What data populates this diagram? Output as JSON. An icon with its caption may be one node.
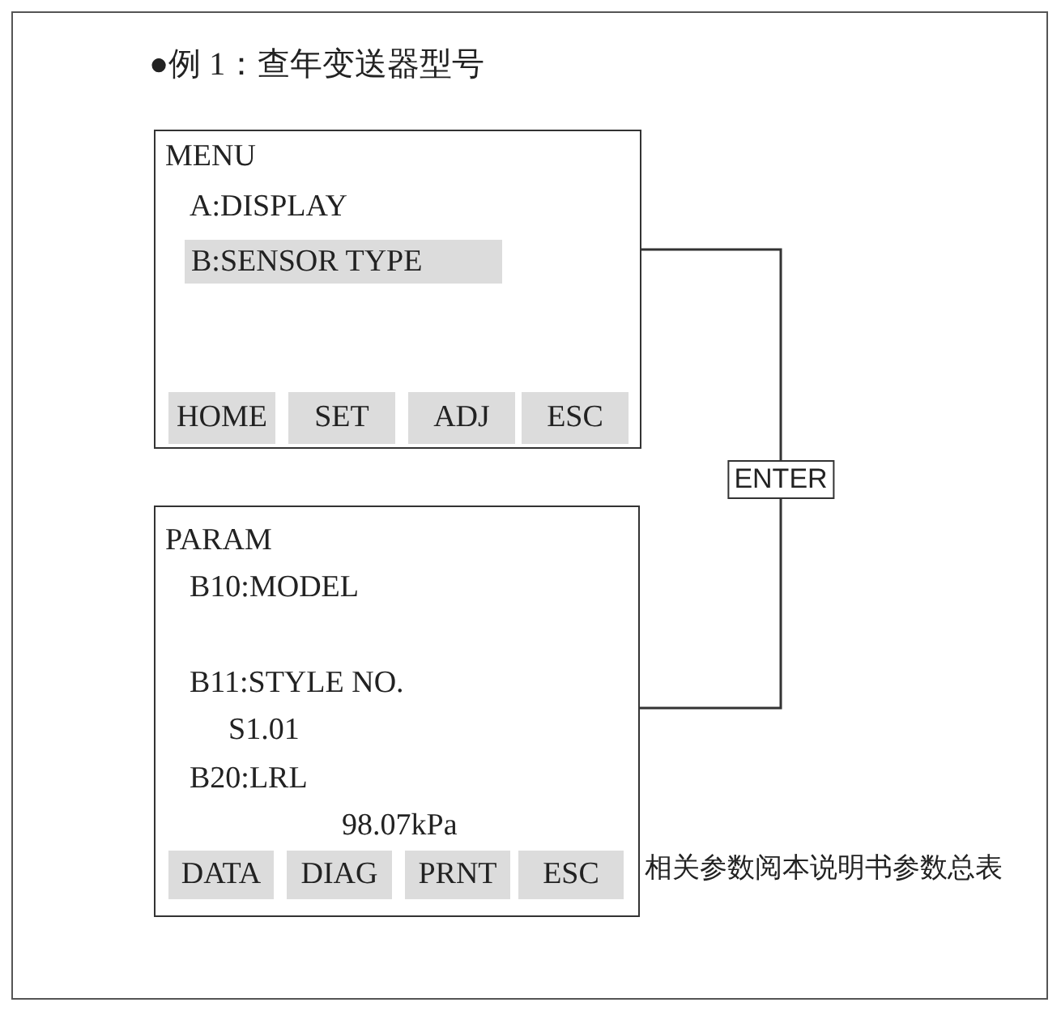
{
  "diagram": {
    "title": "●例 1：查年变送器型号",
    "nodes": [
      {
        "text": [
          "MENU",
          "A:DISPLAY"
        ]
      },
      {
        "text": [
          "B:SENSOR TYPE"
        ],
        "in": 0
      },
      {
        "text": [
          "HOME"
        ],
        "in": 0
      },
      {
        "text": [
          "SET"
        ],
        "in": 0
      },
      {
        "text": [
          "ADJ"
        ],
        "in": 0
      },
      {
        "text": [
          "ESC"
        ],
        "in": 0
      },
      {
        "text": [
          "PARAM",
          "B10:MODEL",
          "B11:STYLE NO.",
          "S1.01",
          "B20:LRL",
          "98.07kPa"
        ],
        "beside": [
          "相关参数阅本说明书参数总表"
        ]
      },
      {
        "text": [
          "DATA"
        ],
        "in": 6
      },
      {
        "text": [
          "DIAG"
        ],
        "in": 6
      },
      {
        "text": [
          "PRNT"
        ],
        "in": 6
      },
      {
        "text": [
          "ESC"
        ],
        "in": 6
      }
    ],
    "edges": [
      {
        "from": 0,
        "to": 6,
        "arrow": "none",
        "label": "ENTER"
      }
    ]
  }
}
